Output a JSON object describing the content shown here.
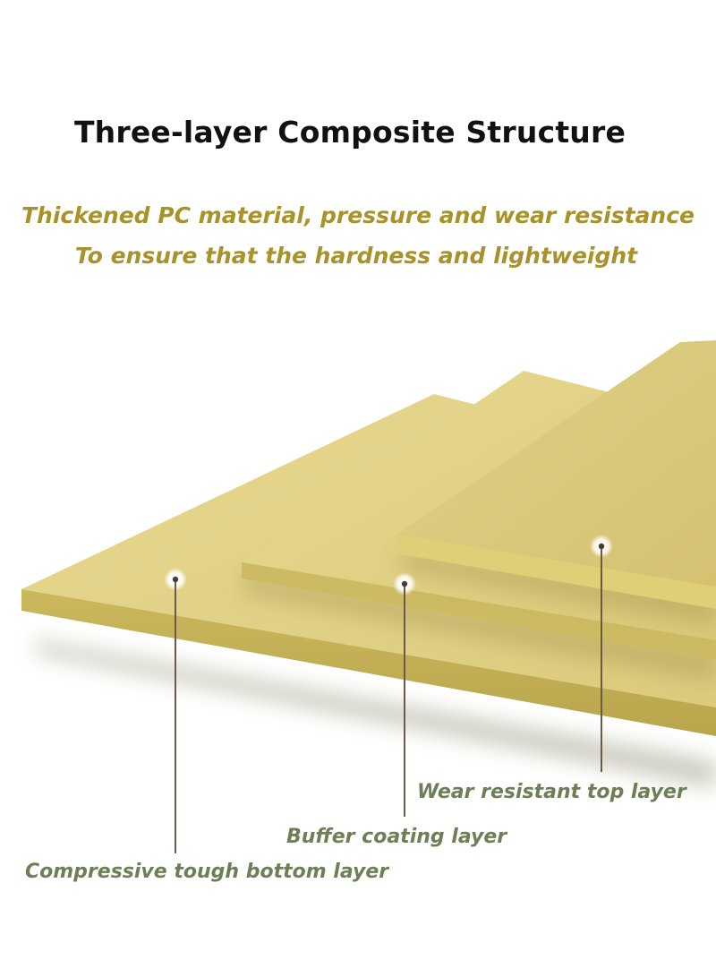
{
  "title": "Three-layer Composite Structure",
  "subtitle": {
    "line1": "Thickened PC material, pressure and wear resistance",
    "line2": "To ensure that the hardness and lightweight"
  },
  "layers": [
    {
      "name": "Wear resistant top layer"
    },
    {
      "name": "Buffer coating layer"
    },
    {
      "name": "Compressive tough bottom layer"
    }
  ],
  "colors": {
    "title": "#111111",
    "subtitle": "#a8922a",
    "callout_text": "#6d7f55",
    "sheet_face": "#e2d38a",
    "sheet_edge": "#c9b65c",
    "leader_line": "#6b5a4a"
  }
}
